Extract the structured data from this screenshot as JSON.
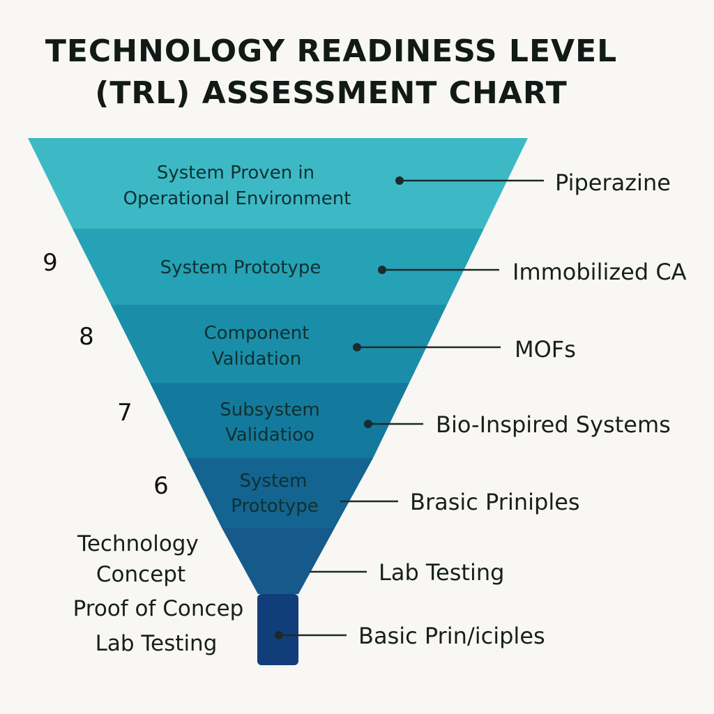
{
  "title": {
    "line1": "TECHNOLOGY READINESS LEVEL",
    "line2": "(TRL) ASSESSMENT CHART"
  },
  "tiers": [
    {
      "line1": "System Proven in",
      "line2": "Operational Environment",
      "callout": "Piperazine",
      "color": "#3db9c6"
    },
    {
      "line1": "System Prototype",
      "line2": "",
      "callout": "Immobilized CA",
      "color": "#25a2b6"
    },
    {
      "line1": "Component",
      "line2": "Validation",
      "callout": "MOFs",
      "color": "#1a8ea9"
    },
    {
      "line1": "Subsystem",
      "line2": "Validatioo",
      "callout": "Bio-Inspired Systems",
      "color": "#147a9d"
    },
    {
      "line1": "System",
      "line2": "Prototype",
      "callout": "Brasic Priniples",
      "color": "#136490"
    },
    {
      "line1": "",
      "line2": "",
      "callout": "Lab Testing",
      "color": "#165a8c"
    },
    {
      "line1": "",
      "line2": "",
      "callout": "Basic Prin/iciples",
      "color": "#123d7b"
    }
  ],
  "level_numbers": [
    "9",
    "8",
    "7",
    "6"
  ],
  "side_labels": {
    "technology_concept_1": "Technology",
    "technology_concept_2": "Concept",
    "proof_of_concept": "Proof of Concep",
    "lab_testing": "Lab Testing"
  }
}
